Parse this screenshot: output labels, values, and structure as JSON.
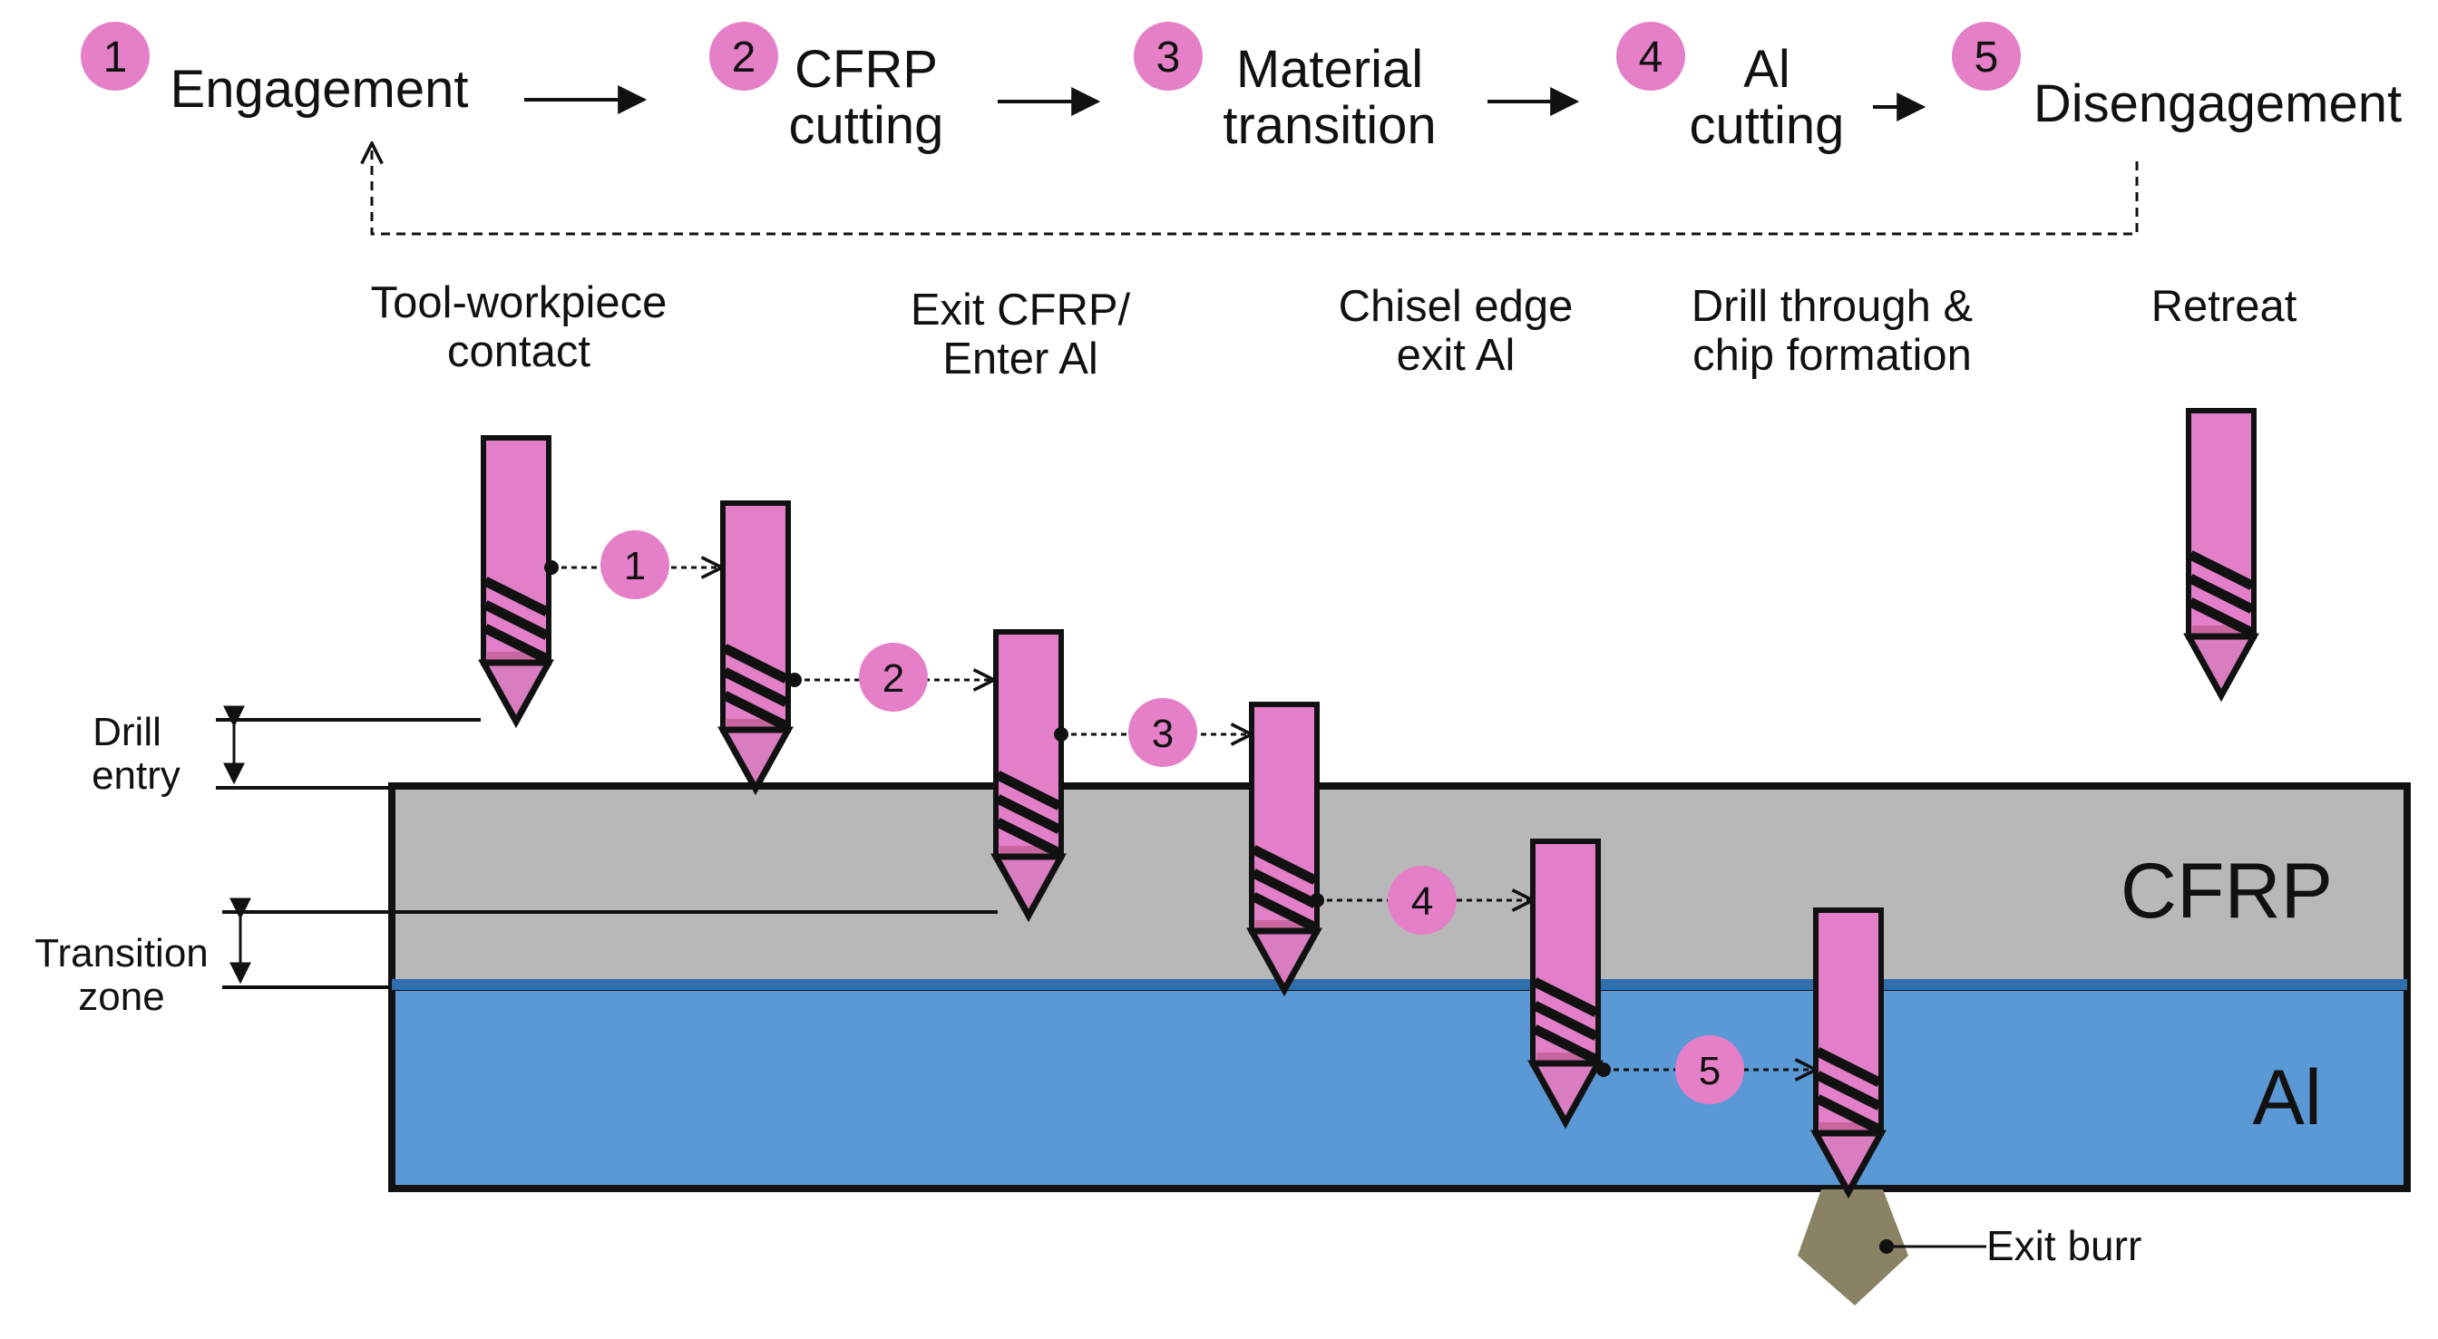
{
  "colors": {
    "badge": "#e57fc8",
    "drill_body": "#e27fc8",
    "drill_tip": "#d97cc0",
    "cfrp": "#b8b8b8",
    "al": "#5a99d6",
    "burr": "#8a8264",
    "line": "#111111"
  },
  "stages": [
    {
      "num": "1",
      "title": [
        "Engagement"
      ]
    },
    {
      "num": "2",
      "title": [
        "CFRP",
        "cutting"
      ]
    },
    {
      "num": "3",
      "title": [
        "Material",
        "transition"
      ]
    },
    {
      "num": "4",
      "title": [
        "Al",
        "cutting"
      ]
    },
    {
      "num": "5",
      "title": [
        "Disengagement"
      ]
    }
  ],
  "descriptions": [
    {
      "lines": [
        "Tool-workpiece",
        "contact"
      ]
    },
    {
      "lines": [
        "Exit CFRP/",
        "Enter Al"
      ]
    },
    {
      "lines": [
        "Chisel edge",
        "exit Al"
      ]
    },
    {
      "lines": [
        "Drill through &",
        "chip formation"
      ]
    },
    {
      "lines": [
        "Retreat"
      ]
    }
  ],
  "side_labels": {
    "drill_entry": [
      "Drill",
      "entry"
    ],
    "transition_zone": [
      "Transition",
      "zone"
    ]
  },
  "materials": {
    "cfrp": "CFRP",
    "al": "Al"
  },
  "steps": [
    "1",
    "2",
    "3",
    "4",
    "5"
  ],
  "exit_burr_label": "Exit burr"
}
